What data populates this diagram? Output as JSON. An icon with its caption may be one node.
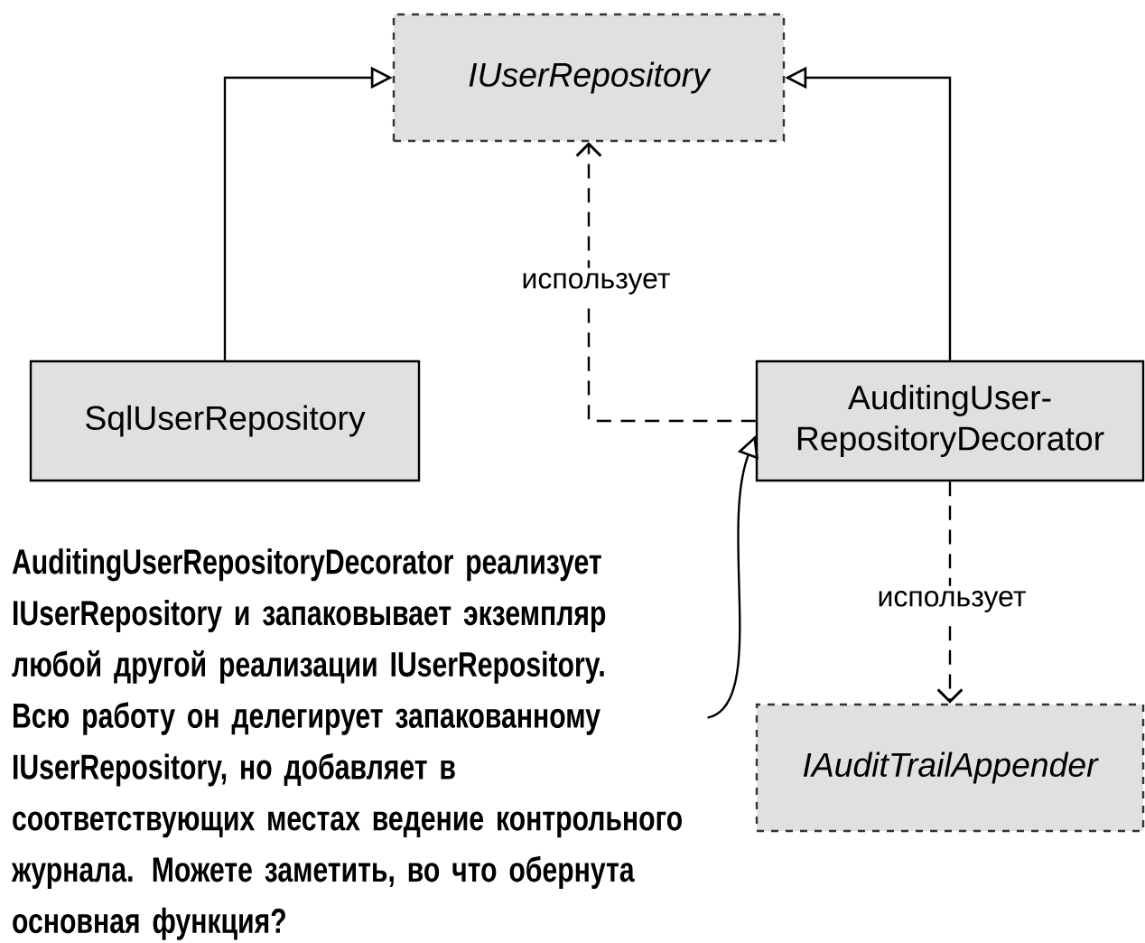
{
  "diagram": {
    "nodes": [
      {
        "text": [
          "IUserRepository"
        ]
      },
      {
        "text": [
          "SqlUserRepository"
        ]
      },
      {
        "text": [
          "AuditingUser- RepositoryDecorator"
        ]
      },
      {
        "text": [
          "IAuditTrailAppender"
        ]
      },
      {
        "text": [
          "AuditingUserRepositoryDecorator реализует IUserRepository и запаковывает экземпляр любой другой реализации IUserRepository. Всю работу он делегирует запакованному IUserRepository, но добавляет в соответствующих местах ведение контрольного журнала. Можете заметить, во что обернута основная функция?"
        ]
      }
    ],
    "edges": [
      {
        "from": 1,
        "to": 0,
        "arrow": "to"
      },
      {
        "from": 2,
        "to": 0,
        "arrow": "to"
      },
      {
        "from": 2,
        "to": 0,
        "arrow": "to",
        "style": "dashed",
        "label": "использует"
      },
      {
        "from": 2,
        "to": 3,
        "arrow": "to",
        "style": "dashed",
        "label": "использует"
      },
      {
        "from": 4,
        "to": 2,
        "arrow": "to"
      }
    ]
  }
}
